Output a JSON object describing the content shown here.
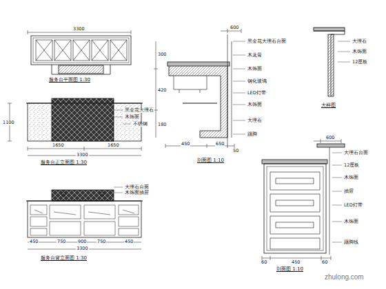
{
  "diagram": {
    "labels": [
      "3300",
      "服务台平面图 1:30",
      "1100",
      "1650",
      "1650",
      "3300",
      "黑金花大理石",
      "木饰面",
      "不锈钢",
      "服务台正立面图 1:30",
      "450",
      "750",
      "900",
      "750",
      "450",
      "3300",
      "大理石台面",
      "木饰面抽屉",
      "服务台背立面图 1:30",
      "600",
      "300",
      "420",
      "180",
      "黑金花大理石台面",
      "木龙骨",
      "木饰面",
      "钢化玻璃",
      "LED灯带",
      "木饰面",
      "大理石",
      "踢脚",
      "450",
      "650",
      "50",
      "剖面图 1:10",
      "大理石",
      "木饰面",
      "12厘板",
      "大样图",
      "600",
      "大理石台面",
      "12厘板",
      "木饰面",
      "抽屉",
      "LED灯带",
      "木饰面",
      "踢脚线",
      "60",
      "450",
      "60",
      "剖面图 1:10",
      "zhulong.com"
    ]
  }
}
